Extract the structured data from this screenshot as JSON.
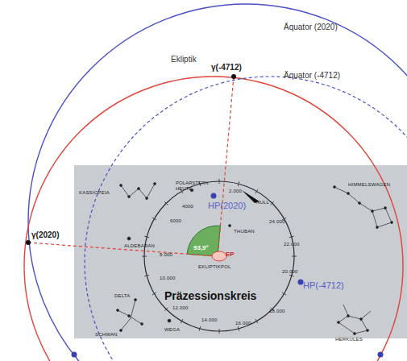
{
  "diagram": {
    "labels": [
      "Äquator (2020)",
      "Ekliptik",
      "γ(-4712)",
      "Äquator (-4712)",
      "γ(2020)",
      "KASSIOPEIA",
      "POLARSTERN HEUTE",
      "2.000",
      "NULL",
      "HIMMELSWAGEN",
      "4000",
      "HP(2020)",
      "6000",
      "24.000",
      "THUBAN",
      "ALDEBARAN",
      "93,9°",
      "EP",
      "8.000",
      "22.000",
      "EKLIPTIKPOL",
      "HP(-4712)",
      "20.000",
      "10.000",
      "Präzessionskreis",
      "DELTA",
      "12.000",
      "18.000",
      "HERKULES",
      "14.000",
      "16.000",
      "SCHWAN",
      "WEGA"
    ]
  }
}
